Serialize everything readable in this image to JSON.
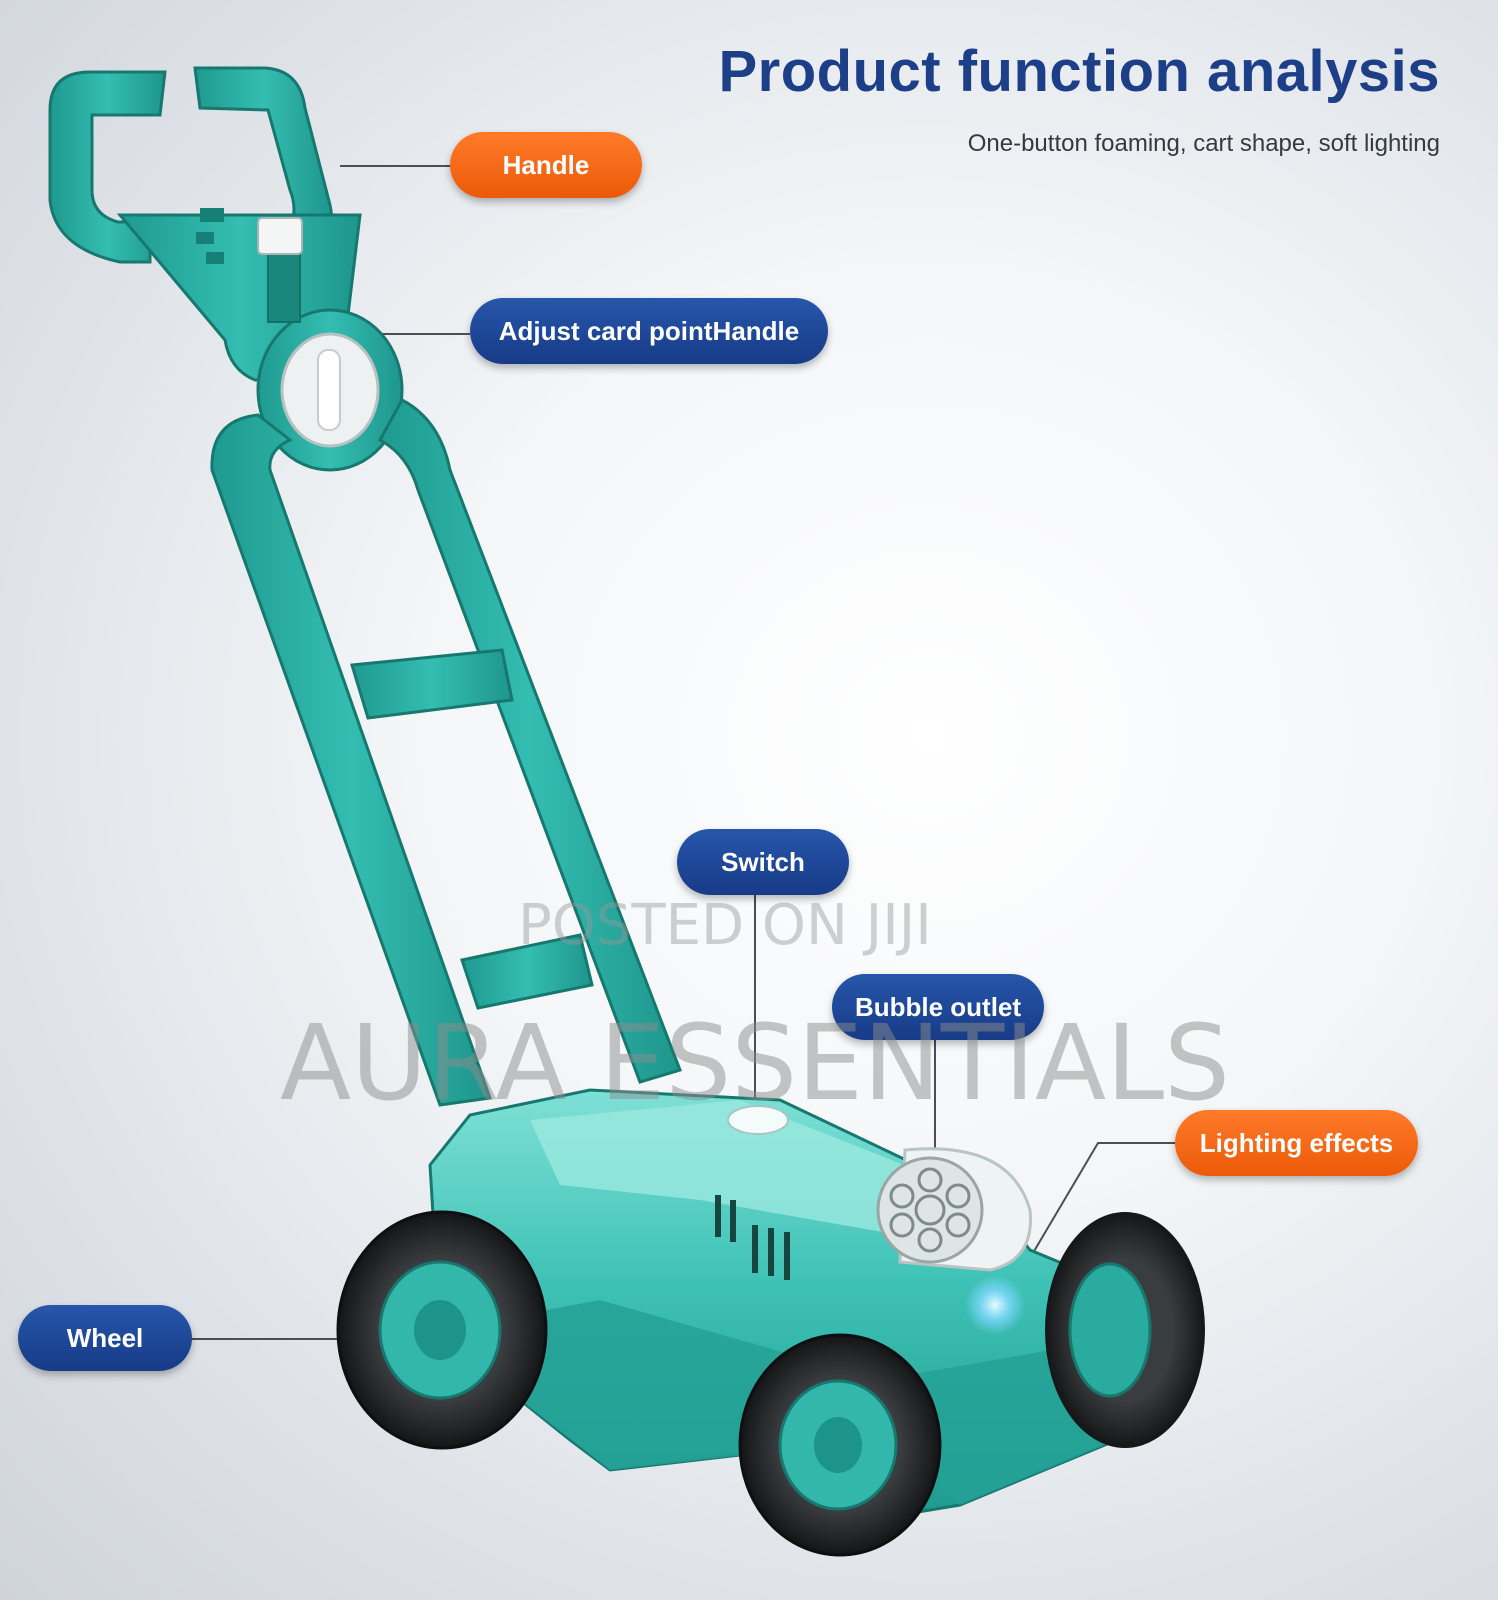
{
  "title": "Product function analysis",
  "subtitle": "One-button foaming, cart shape, soft lighting",
  "callouts": {
    "handle": "Handle",
    "adjust": "Adjust card pointHandle",
    "switch": "Switch",
    "bubble_outlet": "Bubble outlet",
    "lighting": "Lighting effects",
    "wheel": "Wheel"
  },
  "watermark": {
    "line1": "POSTED ON JIJI",
    "line2": "AURA ESSENTIALS"
  },
  "colors": {
    "title_blue": "#1d3f88",
    "label_blue": "#1f4a9a",
    "label_orange": "#f4650f",
    "toy_teal": "#27aa9f"
  }
}
